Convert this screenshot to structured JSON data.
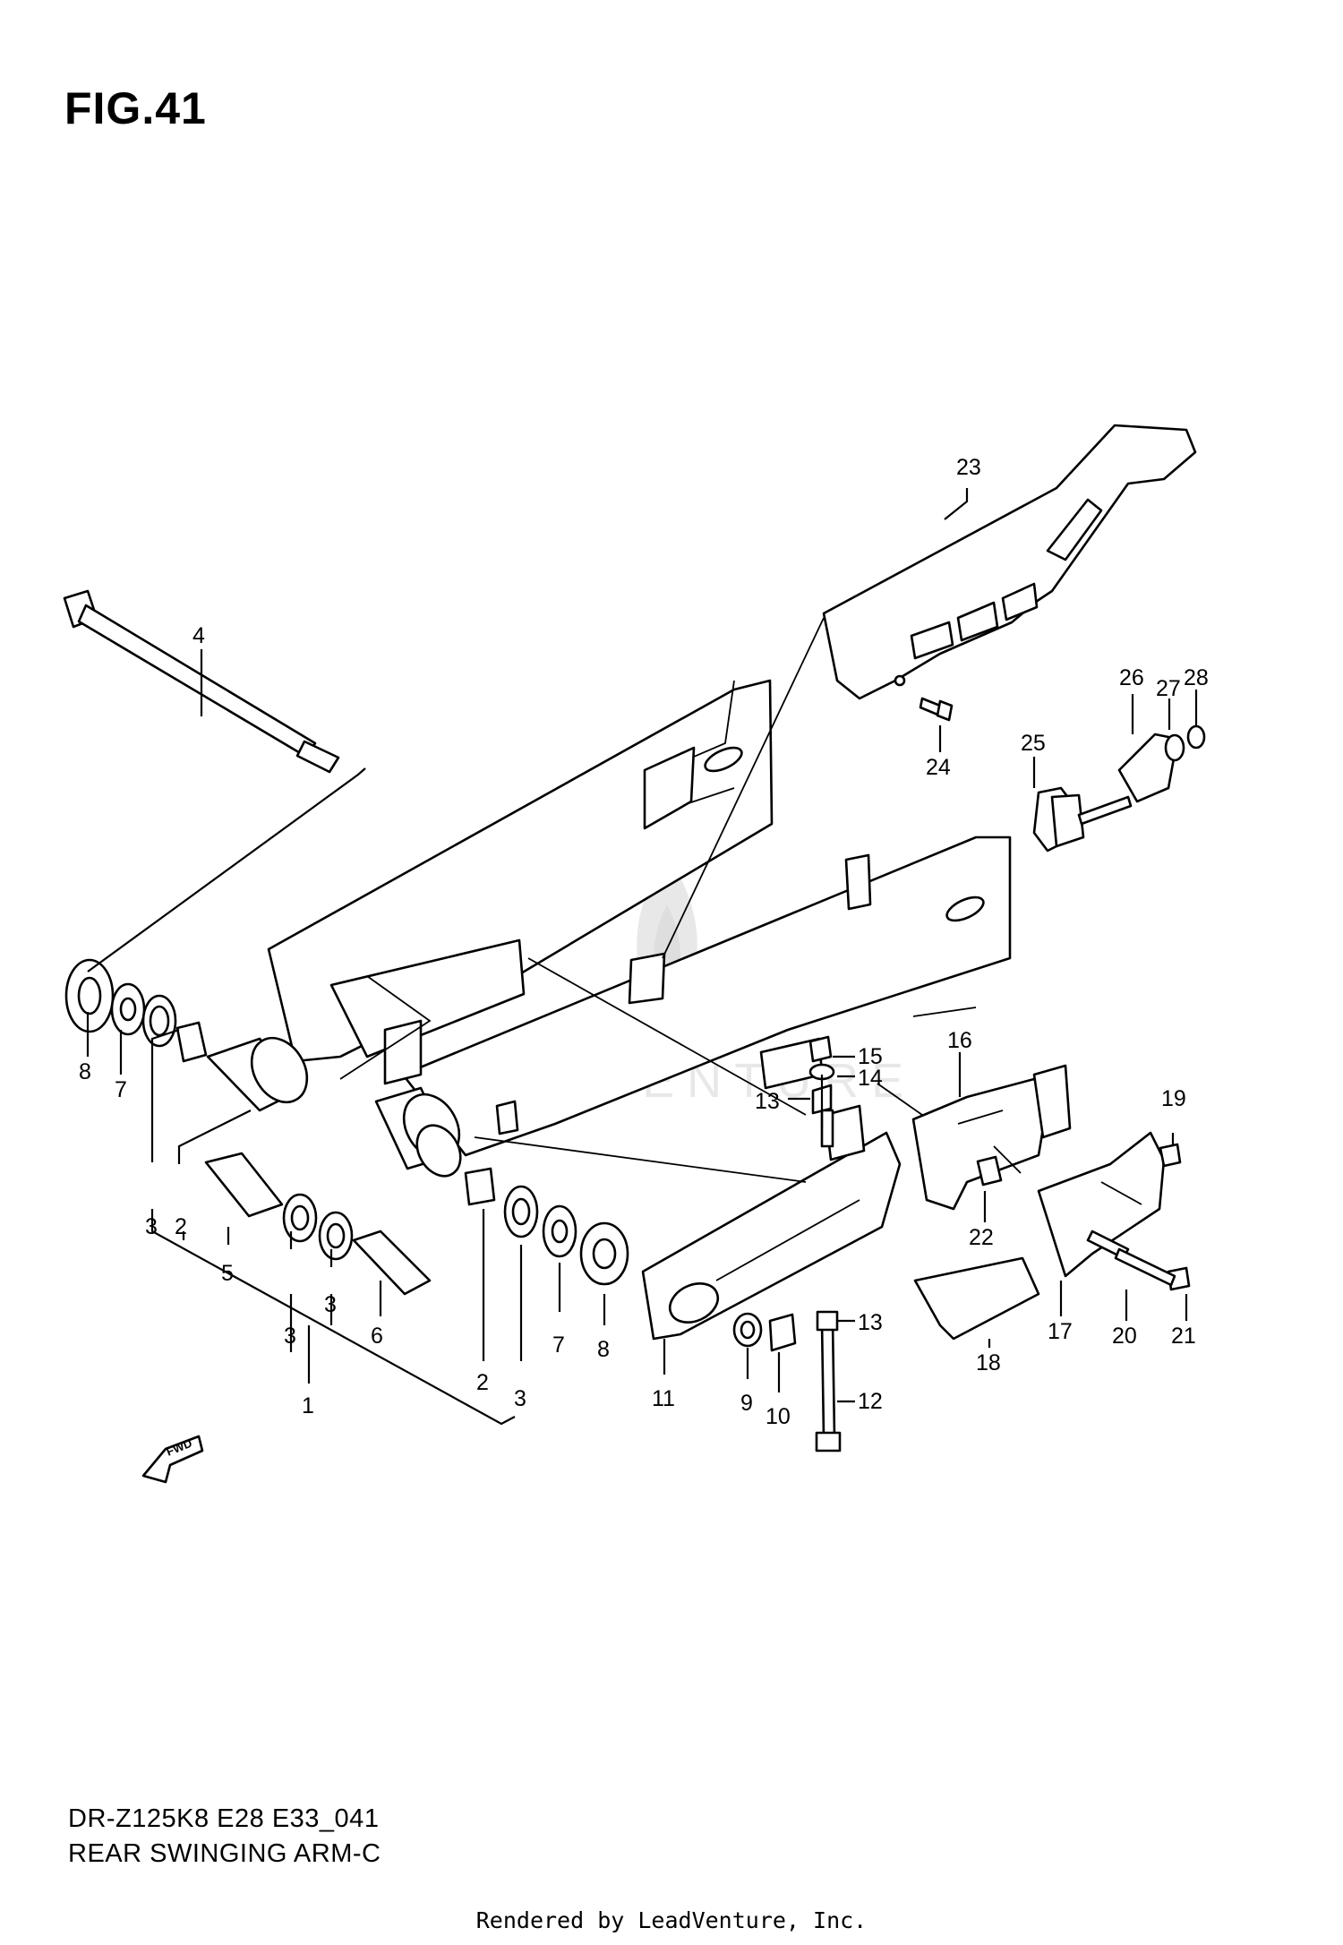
{
  "figure": {
    "title": "FIG.41",
    "model_code": "DR-Z125K8 E28 E33_041",
    "diagram_name": "REAR SWINGING ARM-C"
  },
  "callouts": [
    "1",
    "2",
    "3",
    "4",
    "5",
    "6",
    "7",
    "8",
    "9",
    "10",
    "11",
    "12",
    "13",
    "14",
    "15",
    "16",
    "17",
    "18",
    "19",
    "20",
    "21",
    "22",
    "23",
    "24",
    "25",
    "26",
    "27",
    "28"
  ],
  "fwd_label": "FWD",
  "watermark": "LEADVENTURE",
  "footer": "Rendered by LeadVenture, Inc."
}
